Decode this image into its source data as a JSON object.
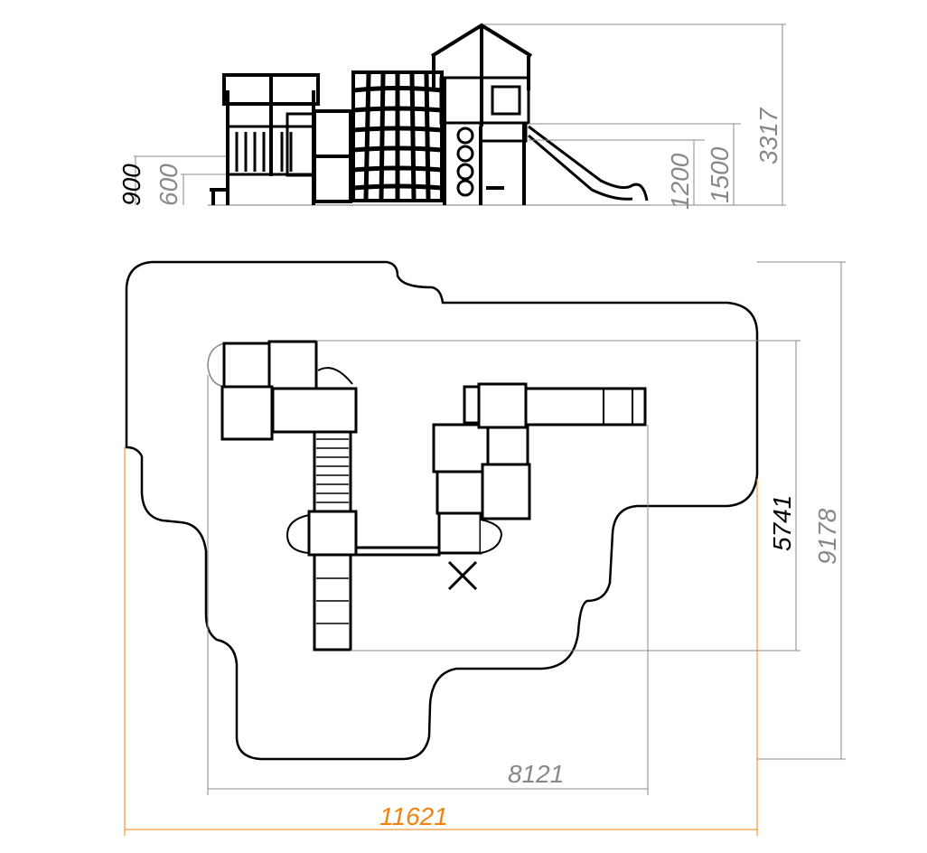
{
  "drawing": {
    "elevation_dimensions": {
      "platform_low": "900",
      "platform_lower": "600",
      "slide_start": "1200",
      "tower_platform": "1500",
      "total_height": "3317"
    },
    "plan_dimensions": {
      "equipment_depth": "5741",
      "zone_depth": "9178",
      "equipment_width": "8121",
      "zone_width": "11621"
    },
    "colors": {
      "line": "#000000",
      "dimension": "#888888",
      "highlight": "#f0820f"
    }
  }
}
